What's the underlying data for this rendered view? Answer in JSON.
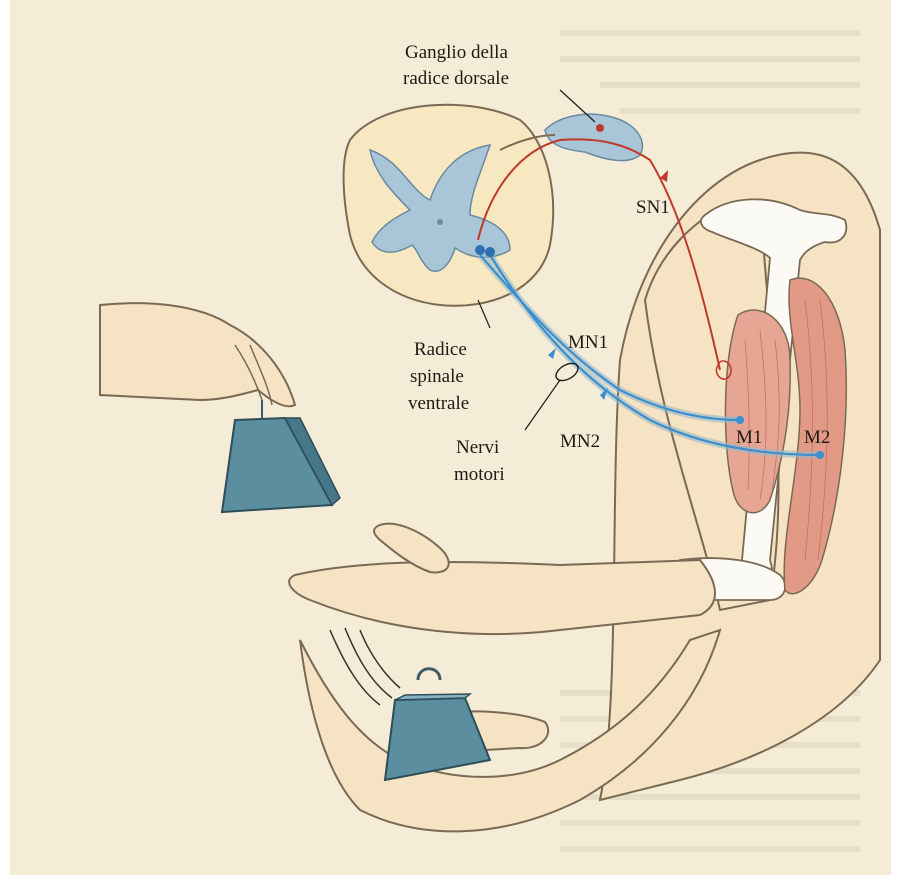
{
  "labels": {
    "ganglion_line1": "Ganglio della",
    "ganglion_line2": "radice dorsale",
    "sn1": "SN1",
    "mn1": "MN1",
    "mn2": "MN2",
    "m1": "M1",
    "m2": "M2",
    "ventral_root_line1": "Radice",
    "ventral_root_line2": "spinale",
    "ventral_root_line3": "ventrale",
    "motor_nerves_line1": "Nervi",
    "motor_nerves_line2": "motori"
  },
  "colors": {
    "page": "#f4ecd6",
    "skin": "#f6e3c4",
    "skin_outline": "#7a6a55",
    "gray_matter": "#a9c6d8",
    "white_matter": "#f7e8c2",
    "muscle": "#e7a593",
    "weight": "#5b8fa0",
    "sensory_neuron": "#c0392b",
    "motor_neuron": "#3a8fd0"
  }
}
